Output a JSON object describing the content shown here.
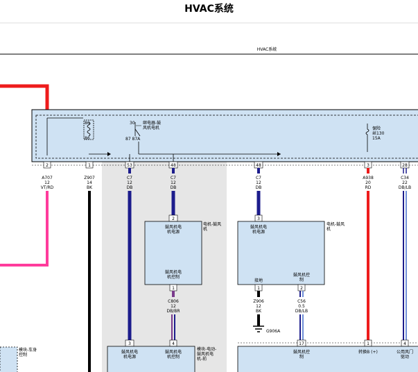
{
  "page_title": "HVAC系统",
  "sheet_title": "HVAC系统",
  "colors": {
    "relay_box_fill": "#cfe2f3",
    "shaded_area": "#e6e6e6",
    "red": "#ee1c1c",
    "pink": "#ff3c9c",
    "dark_blue": "#1c1c8c",
    "violet": "#7a3a8c",
    "black": "#000000"
  },
  "relay": {
    "pin_86_top": "86",
    "pin_30": "30",
    "pin_86_bottom": "86",
    "pin_87_87a": "87 87A",
    "label_line1": "继电器-鼓",
    "label_line2": "风机电机"
  },
  "fuse": {
    "line1": "保险",
    "line2": "丝130",
    "line3": "15A"
  },
  "top_pins": [
    {
      "pin": "2",
      "circuit": "A707",
      "gauge": "12",
      "color_code": "VT/RD"
    },
    {
      "pin": "1",
      "circuit": "Z907",
      "gauge": "14",
      "color_code": "BK"
    },
    {
      "pin": "53",
      "circuit": "C7",
      "gauge": "12",
      "color_code": "DB"
    },
    {
      "pin": "48",
      "circuit": "C7",
      "gauge": "12",
      "color_code": "DB"
    },
    {
      "pin": "48",
      "circuit": "C7",
      "gauge": "12",
      "color_code": "DB"
    },
    {
      "pin": "3",
      "circuit": "A938",
      "gauge": "20",
      "color_code": "RD"
    },
    {
      "pin": "28",
      "circuit": "C34",
      "gauge": "22",
      "color_code": "DB/LB"
    }
  ],
  "motor_left": {
    "pin_top": "2",
    "power_line1": "鼓风机电",
    "power_line2": "机电源",
    "ctrl_line1": "鼓风机电",
    "ctrl_line2": "机控制",
    "pin_bottom": "1",
    "side_line1": "电机-鼓风",
    "side_line2": "机",
    "wire_circuit": "C806",
    "wire_gauge": "12",
    "wire_color": "DB/BR"
  },
  "motor_right": {
    "pin_top": "3",
    "power_line1": "鼓风机电",
    "power_line2": "机电源",
    "ground_label": "接地",
    "ctrl_line1": "鼓风机控",
    "ctrl_line2": "制",
    "pin_ground": "1",
    "pin_ctrl": "2",
    "side_line1": "电机-鼓风",
    "side_line2": "机",
    "gnd_circuit": "Z906",
    "gnd_gauge": "12",
    "gnd_color": "BK",
    "gnd_point": "G906A",
    "ctrl_circuit": "C56",
    "ctrl_gauge": "0.5",
    "ctrl_color": "DB/LB"
  },
  "bottom": {
    "body_module_line1": "模块-车身",
    "body_module_line2": "控制",
    "resistor_pin_3": "3",
    "resistor_pin_4": "4",
    "resistor_power_line1": "鼓风机电",
    "resistor_power_line2": "机电源",
    "resistor_ctrl_line1": "鼓风机电",
    "resistor_ctrl_line2": "机控制",
    "resistor_side_line1": "模块-电动-",
    "resistor_side_line2": "鼓风机电",
    "resistor_side_line3": "机-前",
    "hvac_pin_17": "17",
    "hvac_pin_1": "1",
    "hvac_pin_4": "4",
    "hvac_ctrl_line1": "鼓风机控",
    "hvac_ctrl_line2": "制",
    "switch_b_label": "转换B (+)",
    "mode_door_line1": "公用风门",
    "mode_door_line2": "驱动"
  }
}
